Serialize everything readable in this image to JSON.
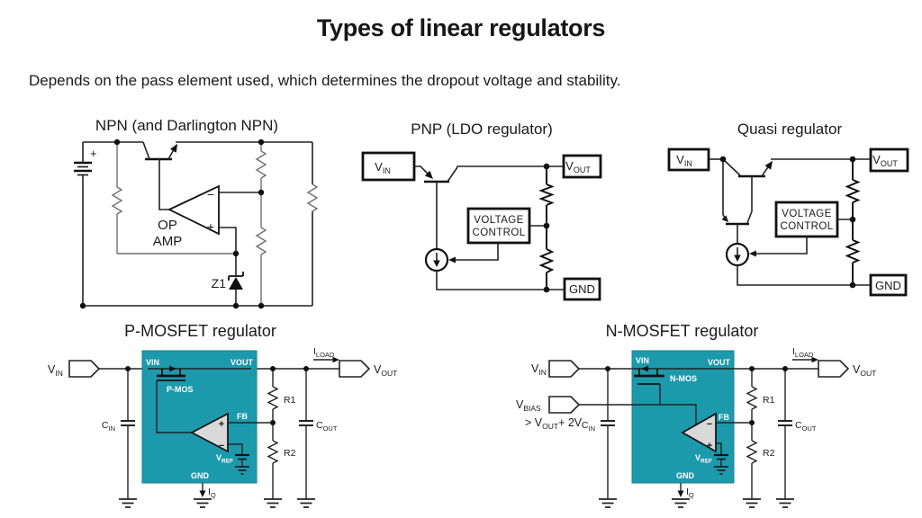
{
  "slide": {
    "title": "Types of linear regulators",
    "subtitle": "Depends on the pass element used, which determines the dropout voltage and stability."
  },
  "colors": {
    "block_teal": "#1d99ac",
    "block_edge": "#15818f",
    "opamp_fill": "#d9d9d9",
    "ink": "#1a1a1a"
  },
  "npn": {
    "heading": "NPN (and Darlington NPN)",
    "supply_plus": "+",
    "opamp_minus": "−",
    "opamp_plus": "+",
    "opamp_line1": "OP",
    "opamp_line2": "AMP",
    "zener": "Z1"
  },
  "pnp": {
    "heading": "PNP (LDO regulator)",
    "vin_main": "V",
    "vin_sub": "IN",
    "vout_main": "V",
    "vout_sub": "OUT",
    "gnd": "GND",
    "ctrl_line1": "VOLTAGE",
    "ctrl_line2": "CONTROL"
  },
  "quasi": {
    "heading": "Quasi regulator",
    "vin_main": "V",
    "vin_sub": "IN",
    "vout_main": "V",
    "vout_sub": "OUT",
    "gnd": "GND",
    "ctrl_line1": "VOLTAGE",
    "ctrl_line2": "CONTROL"
  },
  "pmos": {
    "heading": "P-MOSFET regulator",
    "vin_ext_main": "V",
    "vin_ext_sub": "IN",
    "vout_ext_main": "V",
    "vout_ext_sub": "OUT",
    "blk_vin": "VIN",
    "blk_vout": "VOUT",
    "device": "P-MOS",
    "fb": "FB",
    "vref_main": "V",
    "vref_sub": "REF",
    "gnd": "GND",
    "cin_main": "C",
    "cin_sub": "IN",
    "cout_main": "C",
    "cout_sub": "OUT",
    "r1": "R1",
    "r2": "R2",
    "iload_main": "I",
    "iload_sub": "LOAD",
    "iq_main": "I",
    "iq_sub": "Q",
    "opamp_plus": "+",
    "opamp_minus": "−"
  },
  "nmos": {
    "heading": "N-MOSFET regulator",
    "vin_ext_main": "V",
    "vin_ext_sub": "IN",
    "vbias_main": "V",
    "vbias_sub": "BIAS",
    "bias_note_main": "> V",
    "bias_note_sub": "OUT",
    "bias_note_tail": "+ 2V",
    "vout_ext_main": "V",
    "vout_ext_sub": "OUT",
    "blk_vin": "VIN",
    "blk_vout": "VOUT",
    "device": "N-MOS",
    "fb": "FB",
    "vref_main": "V",
    "vref_sub": "REF",
    "gnd": "GND",
    "cin_main": "C",
    "cin_sub": "IN",
    "cout_main": "C",
    "cout_sub": "OUT",
    "r1": "R1",
    "r2": "R2",
    "iload_main": "I",
    "iload_sub": "LOAD",
    "iq_main": "I",
    "iq_sub": "Q",
    "opamp_plus": "+",
    "opamp_minus": "−"
  }
}
